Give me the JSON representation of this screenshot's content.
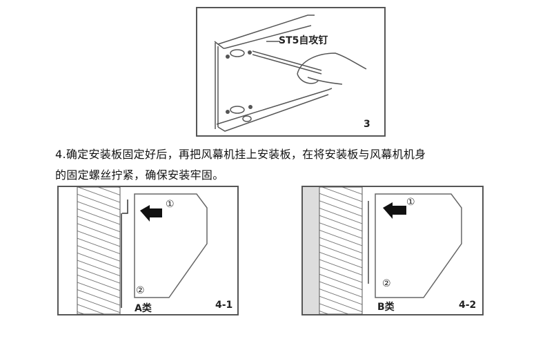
{
  "step3": {
    "callout": "ST5自攻钉",
    "number": "3"
  },
  "instruction": {
    "line1": "4.确定安装板固定好后，再把风幕机挂上安装板，在将安装板与风幕机机身",
    "line2": "的固定螺丝拧紧，确保安装牢固。"
  },
  "fig_a": {
    "marker1": "①",
    "marker2": "②",
    "type_label": "A类",
    "number": "4-1"
  },
  "fig_b": {
    "marker1": "①",
    "marker2": "②",
    "type_label": "B类",
    "number": "4-2"
  }
}
